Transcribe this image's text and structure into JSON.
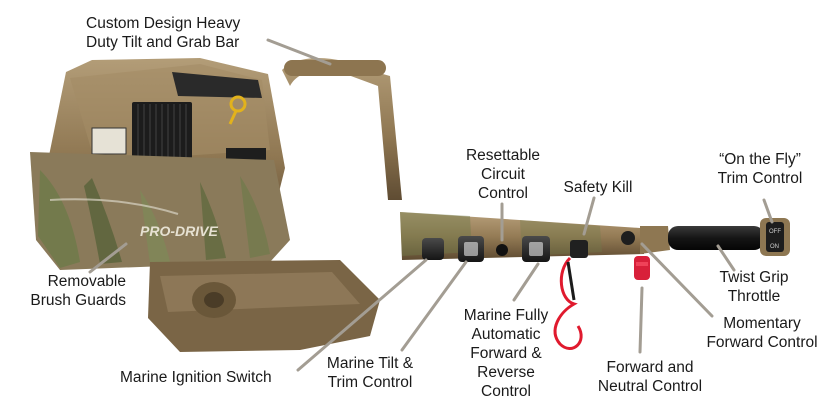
{
  "labels": {
    "tilt_bar": [
      "Custom Design Heavy",
      "Duty Tilt and Grab Bar"
    ],
    "circuit": [
      "Resettable",
      "Circuit",
      "Control"
    ],
    "safety": [
      "Safety Kill"
    ],
    "on_fly": [
      "“On the Fly”",
      "Trim Control"
    ],
    "brush": [
      "Removable",
      "Brush Guards"
    ],
    "twist": [
      "Twist Grip",
      "Throttle"
    ],
    "auto": [
      "Marine Fully",
      "Automatic",
      "Forward &",
      "Reverse",
      "Control"
    ],
    "momentary": [
      "Momentary",
      "Forward Control"
    ],
    "ignition": [
      "Marine Ignition Switch"
    ],
    "tilt_trim": [
      "Marine Tilt &",
      "Trim Control"
    ],
    "fwd_neutral": [
      "Forward and",
      "Neutral Control"
    ]
  },
  "brand_mark": "PRO-DRIVE",
  "switch_labels": {
    "off": "OFF",
    "on": "ON"
  },
  "colors": {
    "tan": "#9c8460",
    "tan_dark": "#6b5638",
    "camo_green": "#6f7a4a",
    "black": "#1b1b1b",
    "kill_red": "#d8203a",
    "leader": "#a09a90"
  }
}
